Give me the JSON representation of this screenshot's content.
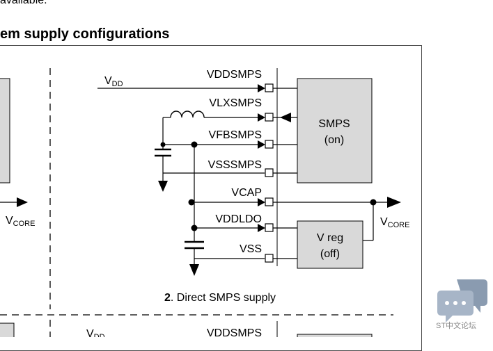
{
  "top_text": "available.",
  "title": "em supply configurations",
  "diagram": {
    "left_panel": {
      "vcore": "V",
      "vcore_sub": "CORE"
    },
    "panel2": {
      "vdd": "V",
      "vdd_sub": "DD",
      "pins": [
        "VDDSMPS",
        "VLXSMPS",
        "VFBSMPS",
        "VSSSMPS",
        "VCAP",
        "VDDLDO",
        "VSS"
      ],
      "smps_block": [
        "SMPS",
        "(on)"
      ],
      "vreg_block": [
        "V reg",
        "(off)"
      ],
      "vcore": "V",
      "vcore_sub": "CORE",
      "caption_num": "2",
      "caption_text": ". Direct SMPS supply"
    },
    "panel_next": {
      "vdd": "V",
      "vdd_sub": "DD",
      "pin": "VDDSMPS"
    }
  },
  "watermark": {
    "text": "ST中文论坛",
    "icon": "chat-bubbles-icon",
    "color": "#8a9bb0"
  }
}
